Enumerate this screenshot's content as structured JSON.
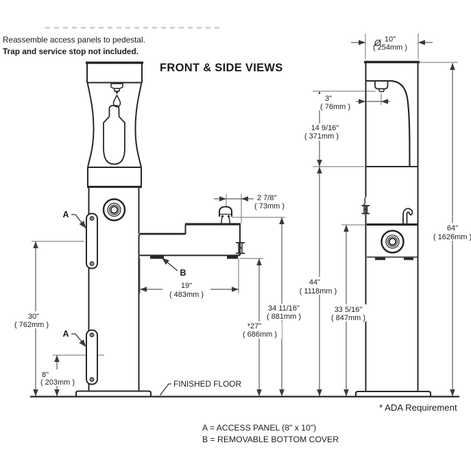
{
  "title": "FRONT & SIDE VIEWS",
  "notes": {
    "line1": "Reassemble access panels to pedestal.",
    "line2": "Trap and service stop not included."
  },
  "legend": {
    "a": "A = ACCESS PANEL (8\" x 10\")",
    "b": "B = REMOVABLE BOTTOM COVER",
    "ada": "* ADA Requirement",
    "floor": "FINISHED FLOOR"
  },
  "labels": {
    "a_upper": "A",
    "a_lower": "A",
    "b": "B"
  },
  "dimensions": {
    "dia10": {
      "sym": "Ø",
      "in": "10\"",
      "mm": "( 254mm )"
    },
    "d3": {
      "in": "3\"",
      "mm": "( 76mm )"
    },
    "d14": {
      "in": "14 9/16\"",
      "mm": "( 371mm )"
    },
    "d2_78": {
      "in": "2 7/8\"",
      "mm": "( 73mm )"
    },
    "d19": {
      "in": "19\"",
      "mm": "( 483mm )"
    },
    "d27": {
      "in": "*27\"",
      "mm": "( 686mm )"
    },
    "d34": {
      "in": "34 11/16\"",
      "mm": "( 881mm )"
    },
    "d44": {
      "in": "44\"",
      "mm": "( 1118mm )"
    },
    "d33": {
      "in": "33 5/16\"",
      "mm": "( 847mm )"
    },
    "d64": {
      "in": "64\"",
      "mm": "( 1626mm )"
    },
    "d30": {
      "in": "30\"",
      "mm": "( 762mm )"
    },
    "d8": {
      "in": "8\"",
      "mm": "( 203mm )"
    }
  },
  "colors": {
    "object_line": "#262626",
    "dimension_line": "#5a5a5a",
    "text": "#1b1b1b",
    "background": "#ffffff"
  }
}
